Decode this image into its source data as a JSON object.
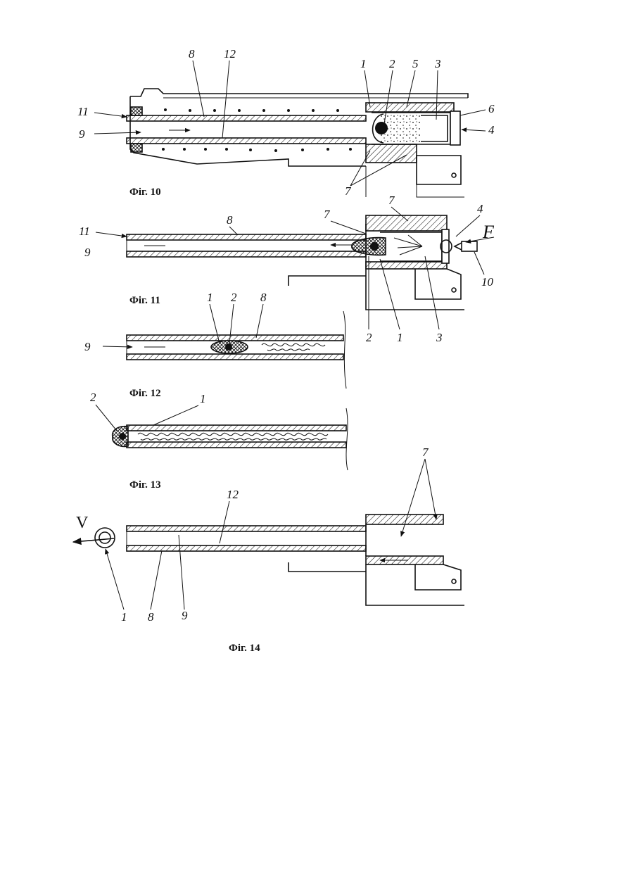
{
  "figures": [
    {
      "caption": "Фіг. 10",
      "labels": {
        "l1": "1",
        "l2": "2",
        "l5": "5",
        "l3": "3",
        "l6": "6",
        "l4": "4",
        "l8": "8",
        "l12": "12",
        "l11": "11",
        "l9": "9",
        "l7": "7"
      }
    },
    {
      "caption": "Фіг. 11",
      "labels": {
        "l8": "8",
        "l7a": "7",
        "l7b": "7",
        "l4": "4",
        "lF": "F",
        "l11": "11",
        "l9": "9",
        "l10": "10",
        "l2": "2",
        "l1": "1",
        "l3": "3"
      }
    },
    {
      "caption": "Фіг. 12",
      "labels": {
        "l1": "1",
        "l2": "2",
        "l8": "8",
        "l9": "9"
      }
    },
    {
      "caption": "Фіг. 13",
      "labels": {
        "l2": "2",
        "l1": "1"
      }
    },
    {
      "caption": "Фіг. 14",
      "labels": {
        "l7": "7",
        "l12": "12",
        "lV": "V",
        "l1": "1",
        "l8": "8",
        "l9": "9"
      }
    }
  ]
}
